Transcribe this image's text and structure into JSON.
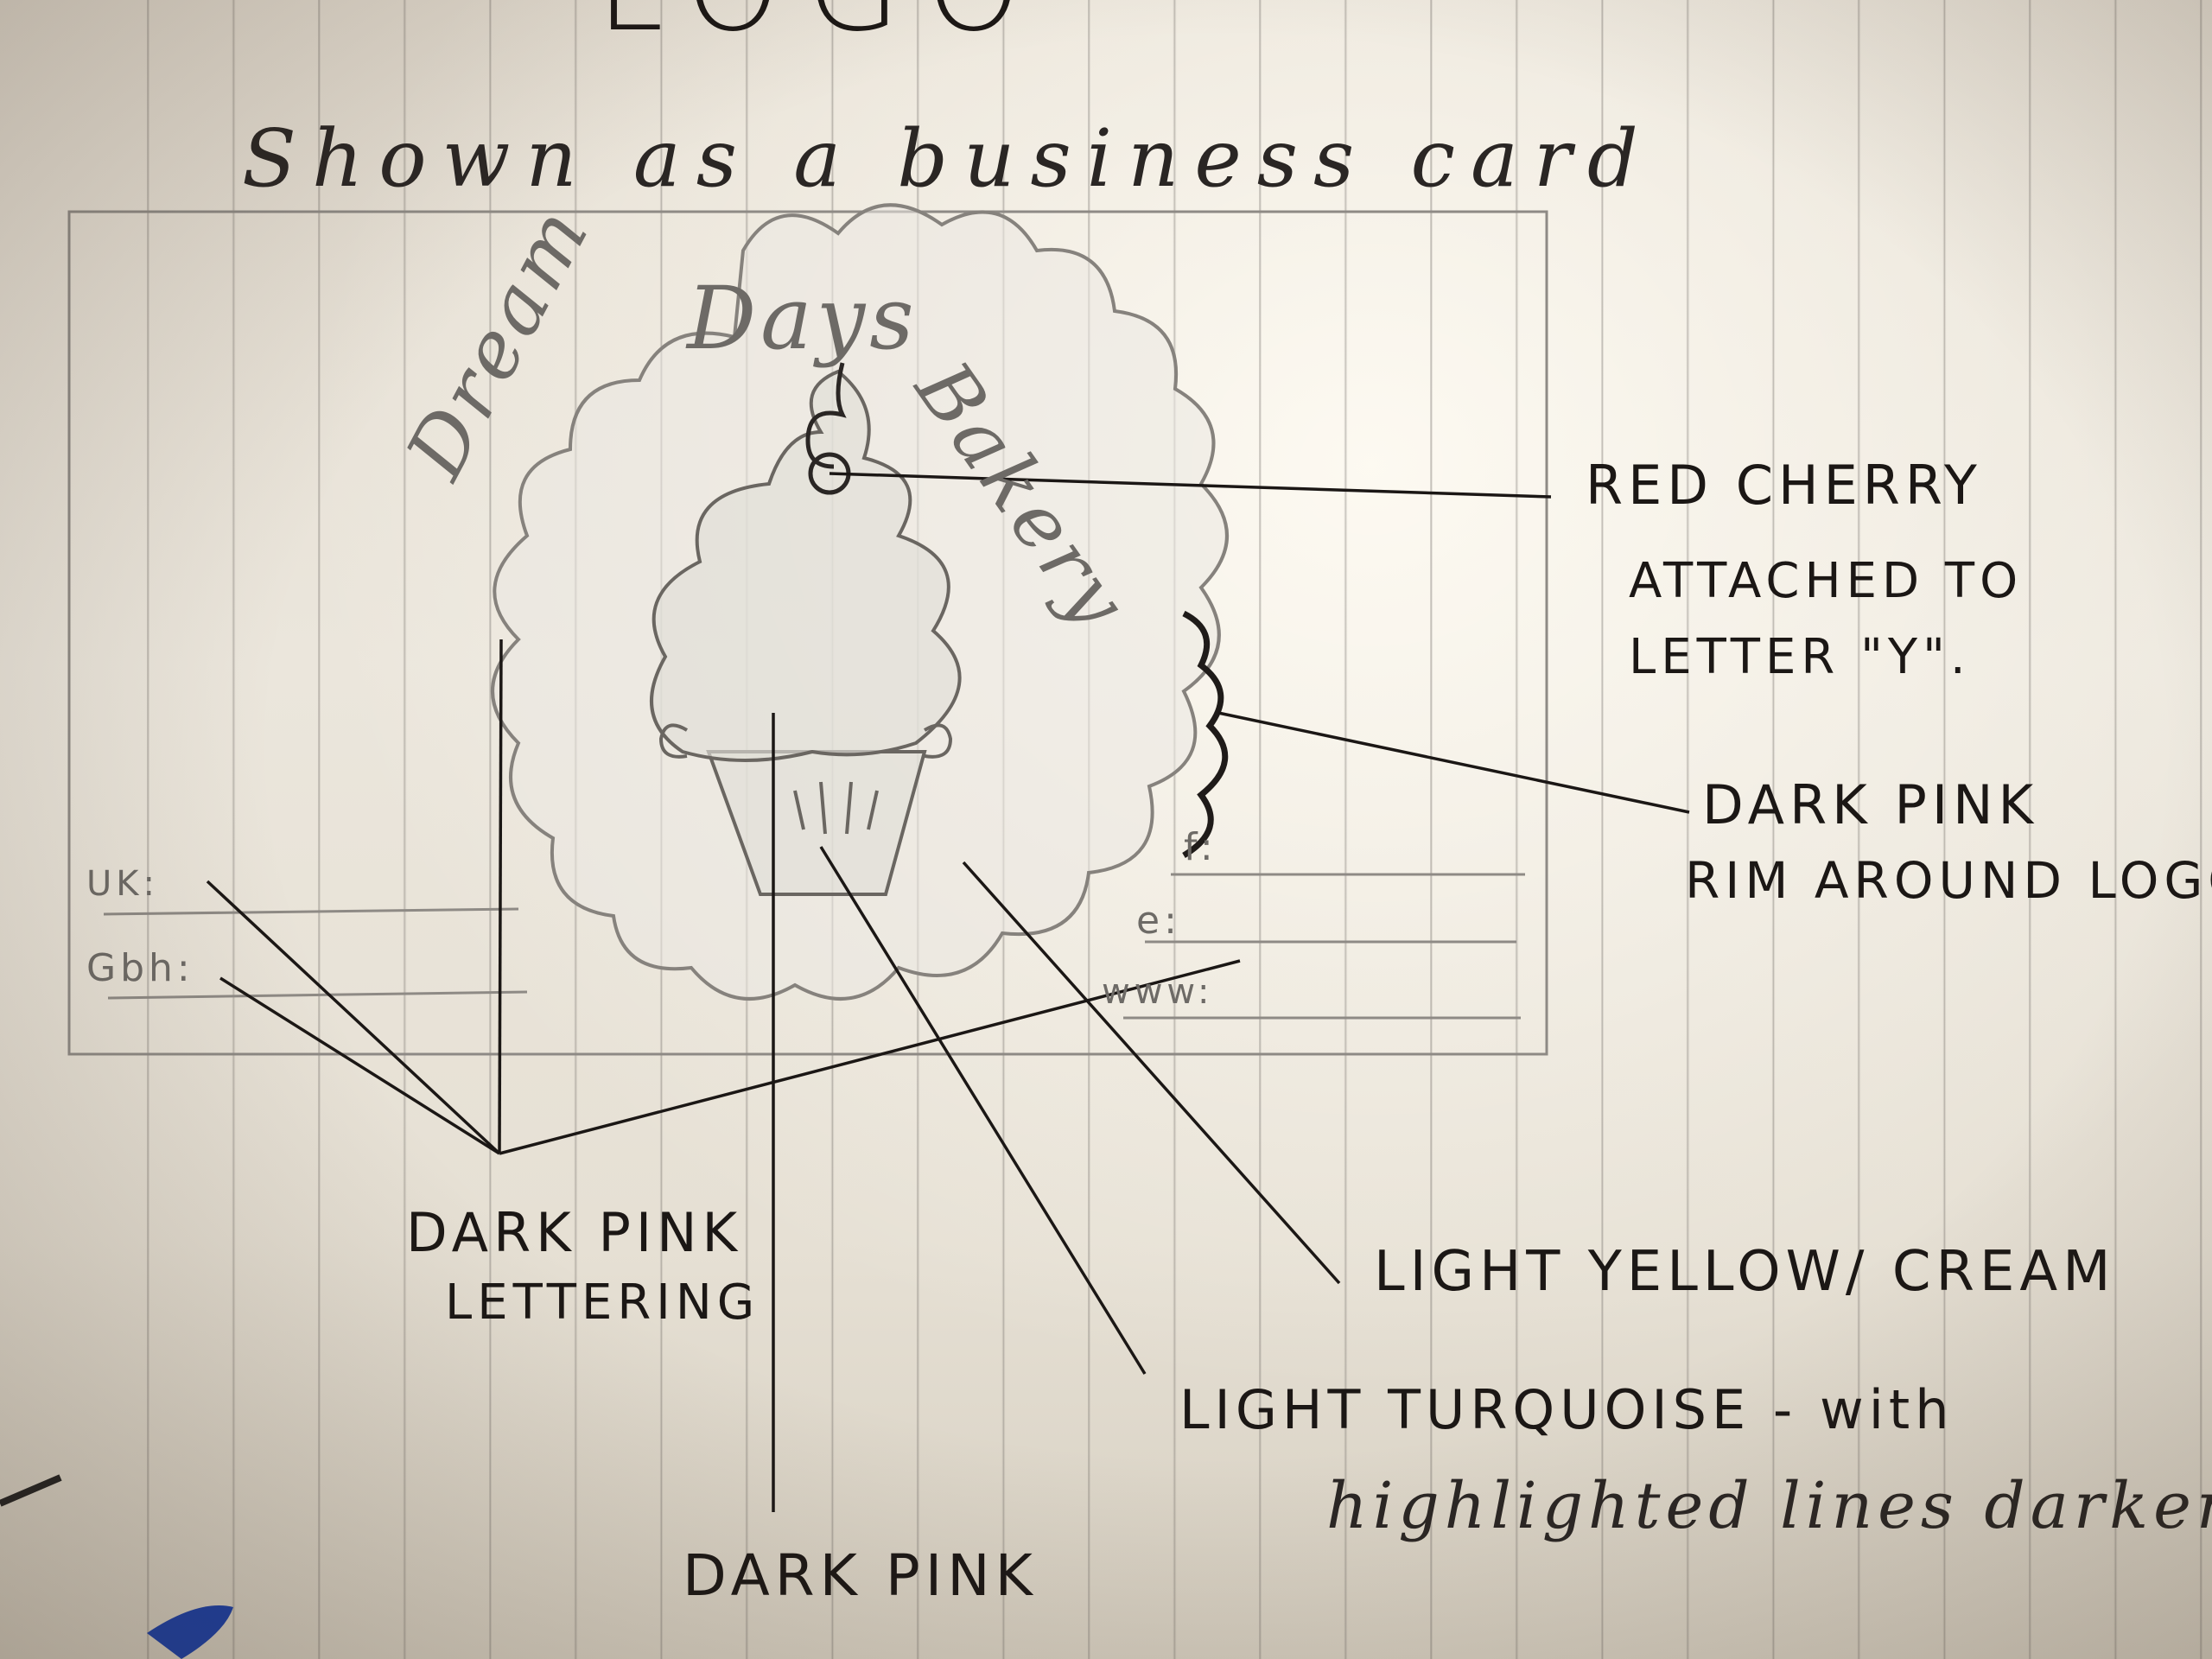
{
  "sketch": {
    "heading": "LOGO",
    "subheading": "Shown as a business card",
    "logo_text": {
      "word1": "Dream",
      "word2": "Days",
      "word3": "Bakery"
    },
    "card_fields": {
      "left": [
        "UK:",
        "Gbh:"
      ],
      "right": [
        "f:",
        "e:",
        "www:"
      ]
    },
    "annotations": {
      "cherry_line1": "RED CHERRY",
      "cherry_line2": "ATTACHED TO",
      "cherry_line3": "LETTER \"Y\".",
      "rim_line1": "DARK PINK",
      "rim_line2": "RIM AROUND LOGO",
      "lettering_line1": "DARK PINK",
      "lettering_line2": "LETTERING",
      "cream_label": "LIGHT YELLOW/ CREAM",
      "turquoise_line1": "LIGHT TURQUOISE - with",
      "turquoise_line2": "highlighted lines darker",
      "frosting_label": "DARK PINK"
    }
  }
}
